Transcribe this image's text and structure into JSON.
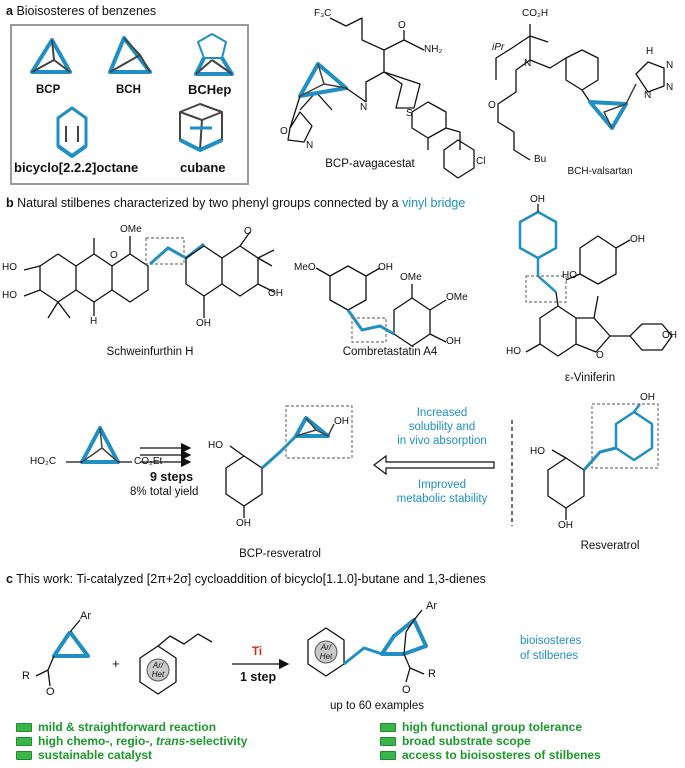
{
  "section_a": {
    "letter": "a",
    "title": "Bioisosteres of benzenes",
    "box_labels": [
      "BCP",
      "BCH",
      "BCHep",
      "bicyclo[2.2.2]octane",
      "cubane"
    ],
    "mol1_name": "BCP-avagacestat",
    "mol2_name": "BCH-valsartan",
    "atoms": {
      "cf3": "F₃C",
      "nh2": "NH₂",
      "o": "O",
      "n": "N",
      "s": "S",
      "cl": "Cl",
      "co2h": "CO₂H",
      "ipr": "iPr",
      "hn": "H",
      "nn": "N",
      "bu": "Bu"
    }
  },
  "section_b": {
    "letter": "b",
    "title_start": "Natural stilbenes characterized by two phenyl groups connected by a ",
    "title_highlight": "vinyl bridge",
    "names": [
      "Schweinfurthin H",
      "Combretastatin A4",
      "ε-Viniferin"
    ],
    "atoms": {
      "oh": "OH",
      "ome": "OMe",
      "meo": "MeO",
      "ho": "HO",
      "h": "H",
      "o": "O"
    },
    "start_material": {
      "ho2c": "HO₂C",
      "co2et": "CO₂Et"
    },
    "steps_label": "9 steps",
    "yield_label": "8% total yield",
    "product_name": "BCP-resveratrol",
    "resveratrol_name": "Resveratrol",
    "arrow_text_top": [
      "Increased",
      "solubility and",
      "in vivo absorption"
    ],
    "arrow_text_bottom": [
      "Improved",
      "metabolic stability"
    ]
  },
  "section_c": {
    "letter": "c",
    "title": "This work: Ti-catalyzed  [2π+2σ] cycloaddition of bicyclo[1.1.0]-butane and 1,3-dienes",
    "ar_label": "Ar",
    "r_label": "R",
    "o_label": "O",
    "plus": "+",
    "ar_het": [
      "Ar/",
      "Het"
    ],
    "catalyst": "Ti",
    "one_step": "1 step",
    "examples": "up to 60 examples",
    "bioisosteres": [
      "bioisosteres",
      "of stilbenes"
    ],
    "features_left": [
      "mild & straightforward reaction",
      "high chemo-, regio-, ",
      "sustainable catalyst"
    ],
    "features_left_italic": "trans",
    "features_left_tail": "-selectivity",
    "features_right": [
      "high functional group tolerance",
      "broad substrate scope",
      "access to bioisosteres of stilbenes"
    ]
  },
  "colors": {
    "accent_blue": "#1f8fc4",
    "green": "#1a9a2a",
    "red": "#d0281c"
  }
}
